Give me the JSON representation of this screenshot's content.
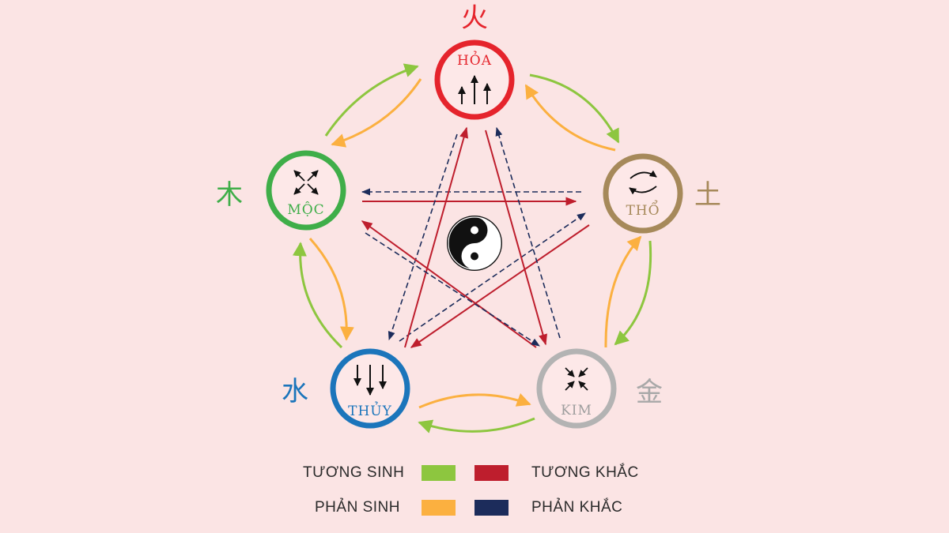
{
  "elements": {
    "hoa": {
      "name": "HỎA",
      "han": "火",
      "color": "#e5242c"
    },
    "tho": {
      "name": "THỔ",
      "han": "土",
      "color": "#a6895a"
    },
    "kim": {
      "name": "KIM",
      "han": "金",
      "color": "#b3b3b3"
    },
    "thuy": {
      "name": "THỦY",
      "han": "水",
      "color": "#1b75bb"
    },
    "moc": {
      "name": "MỘC",
      "han": "木",
      "color": "#3fae49"
    }
  },
  "legend": {
    "tuong_sinh": {
      "label": "TƯƠNG SINH",
      "color": "#8dc63f"
    },
    "phan_sinh": {
      "label": "PHẢN SINH",
      "color": "#fbb040"
    },
    "tuong_khac": {
      "label": "TƯƠNG KHẮC",
      "color": "#be1e2d"
    },
    "phan_khac": {
      "label": "PHẢN KHẮC",
      "color": "#1c2c5b"
    }
  },
  "icons": {
    "hoa": "up-arrows-icon",
    "tho": "cycle-arrows-icon",
    "kim": "inward-arrows-icon",
    "thuy": "down-arrows-icon",
    "moc": "outward-arrows-icon",
    "center": "yin-yang-icon"
  }
}
